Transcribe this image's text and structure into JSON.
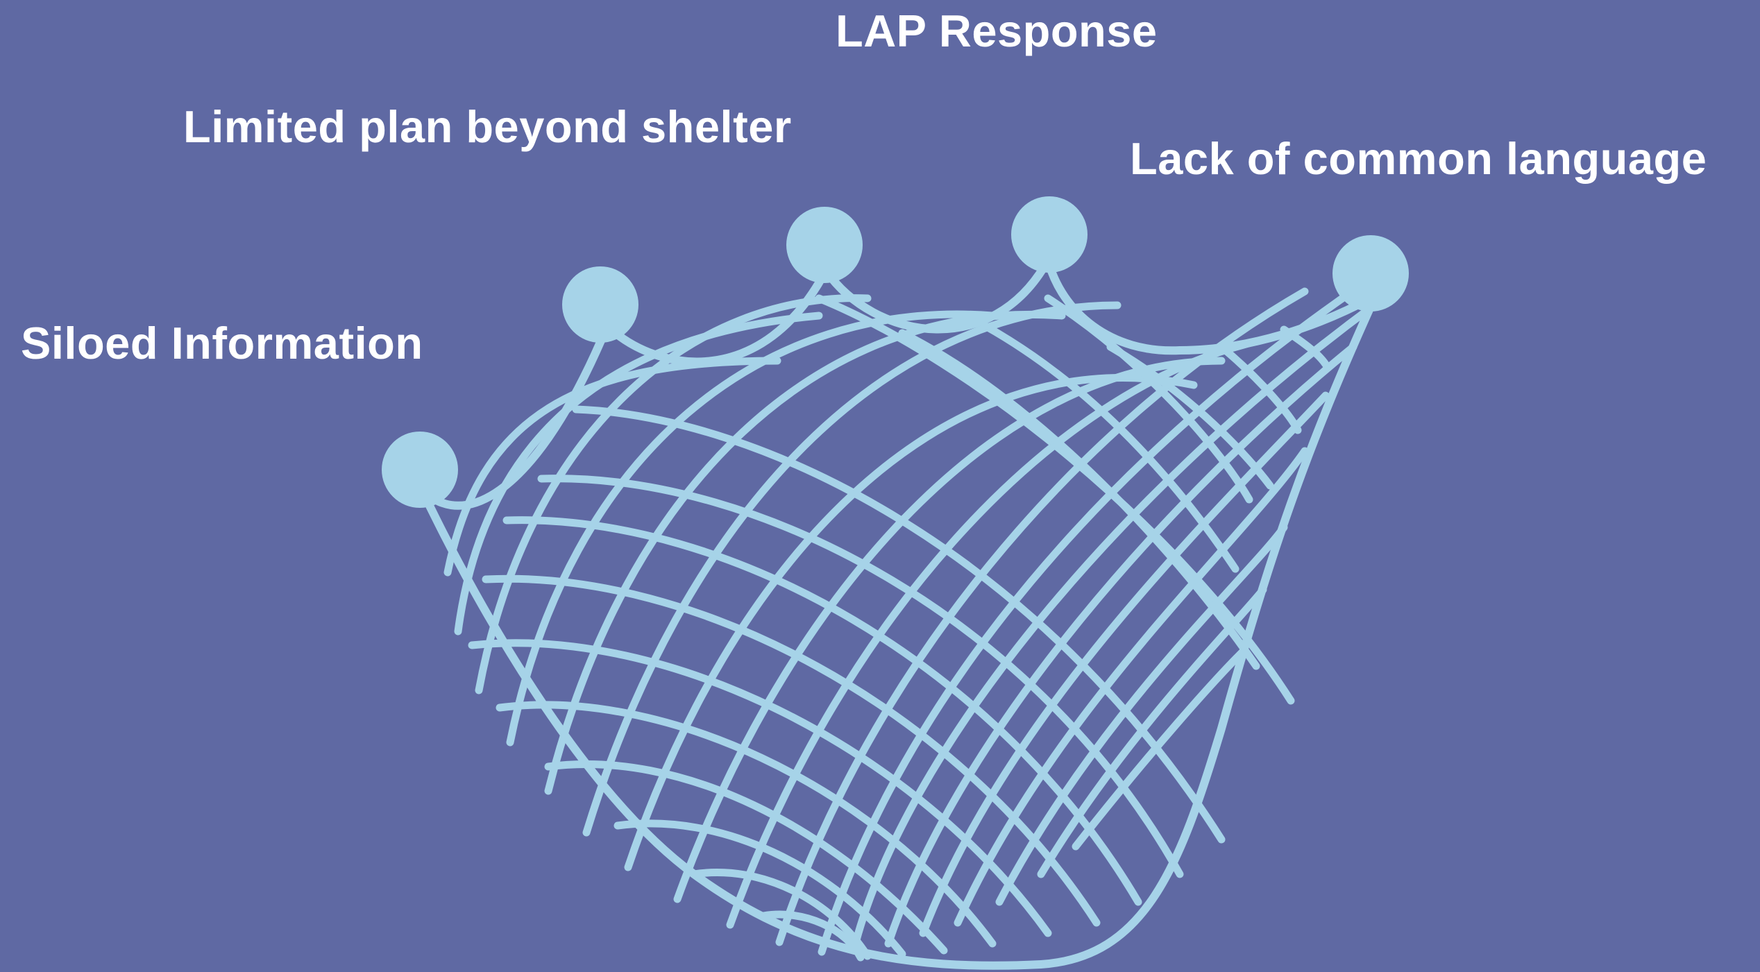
{
  "diagram": {
    "title": "LAP Response",
    "labels": [
      "Limited plan beyond shelter",
      "Lack of common language",
      "Siloed Information"
    ],
    "colors": {
      "background": "#5f69a3",
      "net": "#a6d3e8",
      "text": "#ffffff"
    },
    "icon": "net-icon"
  }
}
